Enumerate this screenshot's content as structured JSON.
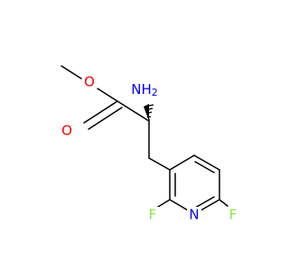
{
  "molecule": {
    "atoms": {
      "o_ether": "O",
      "o_carbonyl": "O",
      "n_amine": "NH",
      "n_amine_sub": "2",
      "n_ring": "N",
      "f_left": "F",
      "f_right": "F"
    },
    "colors": {
      "bond": "#000000",
      "oxygen": "#ff0000",
      "nitrogen": "#0000ff",
      "fluorine": "#90e050"
    }
  }
}
